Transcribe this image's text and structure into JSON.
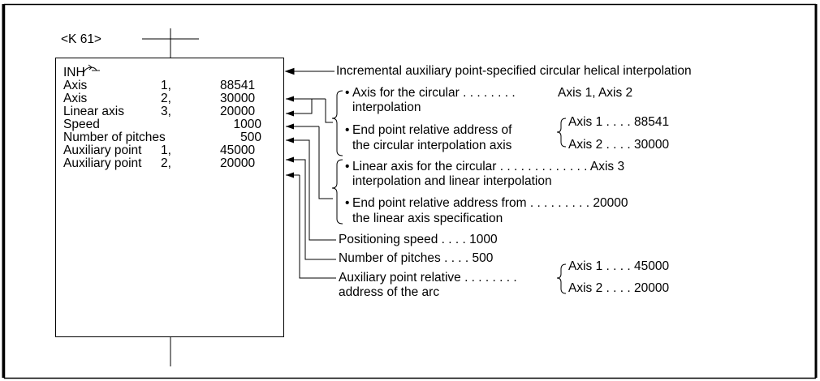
{
  "step_label": "<K  61>",
  "instruction": {
    "code": "INH",
    "rows": [
      {
        "name": "Axis",
        "num": "1,",
        "value": "88541"
      },
      {
        "name": "Axis",
        "num": "2,",
        "value": "30000"
      },
      {
        "name": "Linear axis",
        "num": "3,",
        "value": "20000"
      },
      {
        "name": "Speed",
        "num": "",
        "value": "1000"
      },
      {
        "name": "Number of pitches",
        "num": "",
        "value": "500"
      },
      {
        "name": "Auxiliary point",
        "num": "1,",
        "value": "45000"
      },
      {
        "name": "Auxiliary point",
        "num": "2,",
        "value": "20000"
      }
    ]
  },
  "annotations": {
    "title": "Incremental auxiliary point-specified circular helical interpolation",
    "circ_axis_line1": "Axis for the circular . . . . . . . .",
    "circ_axis_line2": "interpolation",
    "circ_axis_value": "Axis 1, Axis 2",
    "endpoint_line1": "End point relative address of",
    "endpoint_line2": "the circular interpolation axis",
    "endpoint_axis1": "Axis 1 . . . . 88541",
    "endpoint_axis2": "Axis 2 . . . . 30000",
    "linear_axis_line1": "Linear axis for the circular . . . . . . . . . . . . . Axis 3",
    "linear_axis_line2": "interpolation and linear interpolation",
    "linear_end_line1": "End point relative address from . . . . . . . . . 20000",
    "linear_end_line2": "the linear axis specification",
    "positioning_speed": "Positioning speed . . . . 1000",
    "number_of_pitches": "Number of pitches . . . .  500",
    "aux_line1": "Auxiliary point relative . . . . . . . .",
    "aux_line2": "address of the arc",
    "aux_axis1": "Axis 1 . . . . 45000",
    "aux_axis2": "Axis 2 . . . . 20000"
  },
  "bullet": "•"
}
